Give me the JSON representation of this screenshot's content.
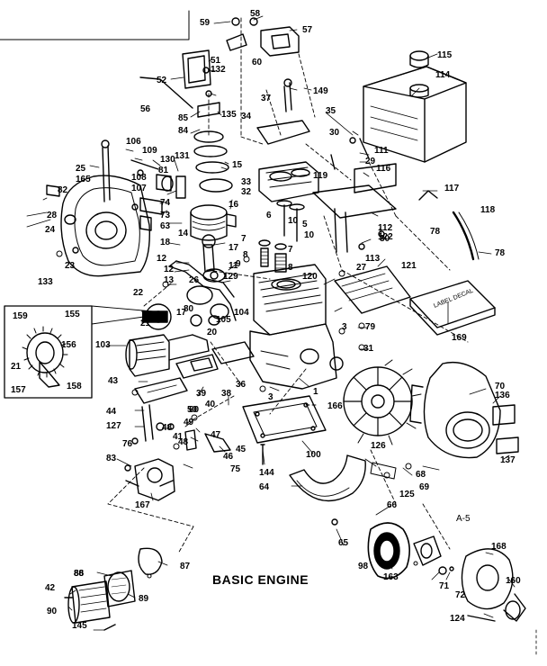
{
  "diagram": {
    "title": "BASIC ENGINE",
    "sheet_ref": "A-5",
    "decal_text": "LABEL DECAL",
    "part_numbers": [
      "1",
      "3",
      "5",
      "6",
      "7",
      "8",
      "9",
      "10",
      "11",
      "12",
      "13",
      "14",
      "15",
      "16",
      "17",
      "18",
      "20",
      "21",
      "22",
      "23",
      "24",
      "25",
      "26",
      "27",
      "28",
      "29",
      "30",
      "31",
      "32",
      "33",
      "34",
      "35",
      "36",
      "37",
      "38",
      "39",
      "40",
      "41",
      "42",
      "43",
      "44",
      "45",
      "46",
      "47",
      "48",
      "49",
      "50",
      "51",
      "52",
      "56",
      "57",
      "58",
      "59",
      "60",
      "63",
      "64",
      "65",
      "66",
      "68",
      "69",
      "70",
      "71",
      "72",
      "73",
      "74",
      "75",
      "76",
      "78",
      "79",
      "80",
      "81",
      "82",
      "83",
      "84",
      "85",
      "86",
      "87",
      "88",
      "89",
      "90",
      "98",
      "100",
      "103",
      "104",
      "105",
      "106",
      "107",
      "108",
      "109",
      "111",
      "112",
      "113",
      "114",
      "115",
      "116",
      "117",
      "118",
      "119",
      "120",
      "121",
      "122",
      "124",
      "125",
      "126",
      "127",
      "129",
      "130",
      "131",
      "132",
      "133",
      "135",
      "136",
      "137",
      "144",
      "145",
      "149",
      "155",
      "156",
      "157",
      "158",
      "159",
      "160",
      "163",
      "165",
      "166",
      "167",
      "168",
      "169"
    ]
  }
}
